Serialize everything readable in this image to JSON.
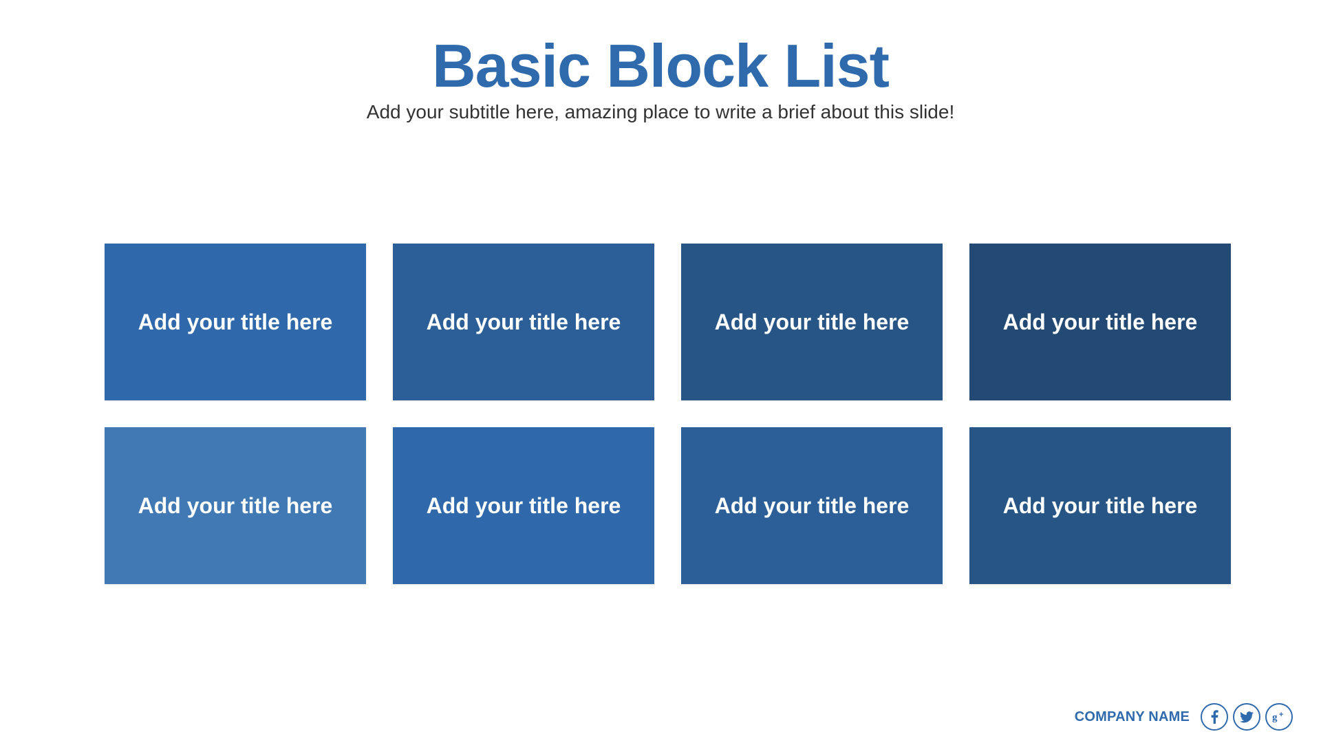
{
  "slide": {
    "title": "Basic Block List",
    "subtitle": "Add your subtitle here, amazing place to write a brief about this slide!",
    "accent_color": "#2f6aad"
  },
  "blocks": [
    {
      "label": "Add your title here",
      "color": "#3069ab"
    },
    {
      "label": "Add your title here",
      "color": "#2c5f98"
    },
    {
      "label": "Add your title here",
      "color": "#275586"
    },
    {
      "label": "Add your title here",
      "color": "#224a74"
    },
    {
      "label": "Add your title here",
      "color": "#4079b4"
    },
    {
      "label": "Add your title here",
      "color": "#3069ab"
    },
    {
      "label": "Add your title here",
      "color": "#2c5f98"
    },
    {
      "label": "Add your title here",
      "color": "#275586"
    }
  ],
  "footer": {
    "company_name": "COMPANY NAME",
    "social_icons": [
      "facebook-icon",
      "twitter-icon",
      "google-plus-icon"
    ]
  }
}
